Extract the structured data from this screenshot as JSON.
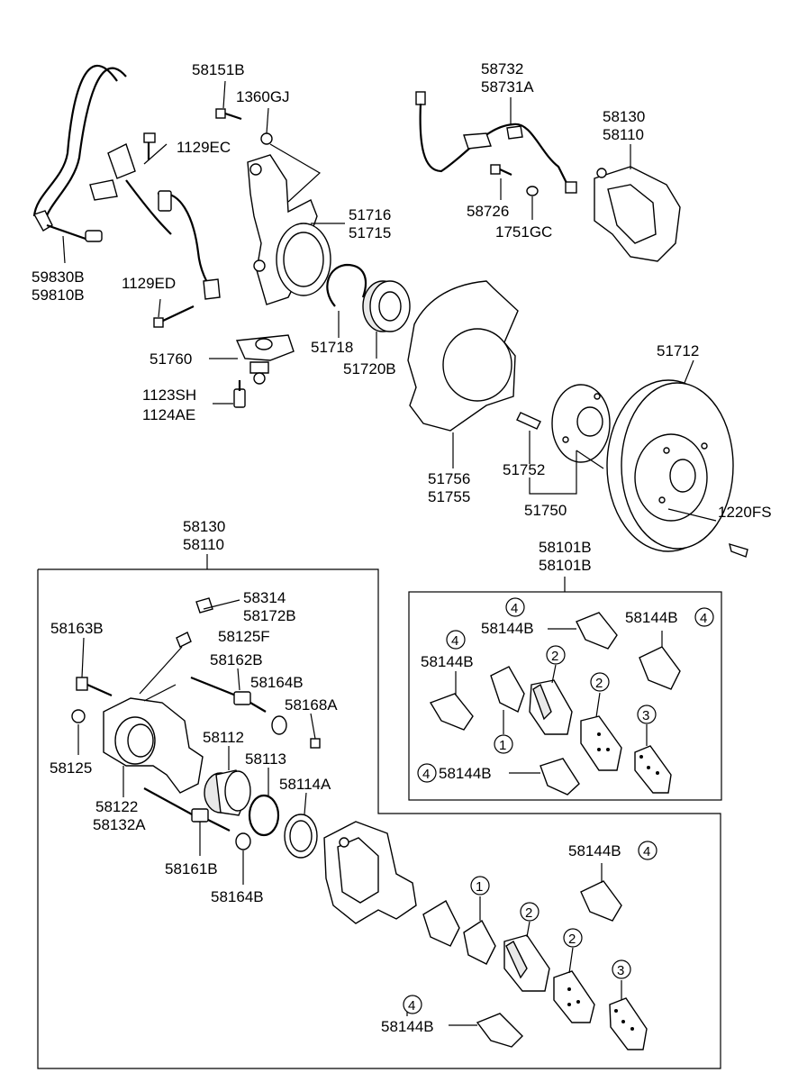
{
  "labels": {
    "l58151B": "58151B",
    "l1360GJ": "1360GJ",
    "l1129EC": "1129EC",
    "l51716": "51716",
    "l51715": "51715",
    "l59830B": "59830B",
    "l59810B": "59810B",
    "l1129ED": "1129ED",
    "l51718": "51718",
    "l51720B": "51720B",
    "l51760": "51760",
    "l1123SH": "1123SH",
    "l1124AE": "1124AE",
    "l58732": "58732",
    "l58731A": "58731A",
    "l58726": "58726",
    "l1751GC": "1751GC",
    "l58130_top": "58130",
    "l58110_top": "58110",
    "l51712": "51712",
    "l51756": "51756",
    "l51755": "51755",
    "l51752": "51752",
    "l51750": "51750",
    "l1220FS": "1220FS",
    "l58130_mid": "58130",
    "l58110_mid": "58110",
    "l58101B_a": "58101B",
    "l58101B_b": "58101B",
    "l58314": "58314",
    "l58172B": "58172B",
    "l58125F": "58125F",
    "l58163B": "58163B",
    "l58162B": "58162B",
    "l58164B_a": "58164B",
    "l58168A": "58168A",
    "l58112": "58112",
    "l58113": "58113",
    "l58114A": "58114A",
    "l58125": "58125",
    "l58122": "58122",
    "l58132A": "58132A",
    "l58161B": "58161B",
    "l58164B_b": "58164B",
    "l58144B_1": "58144B",
    "l58144B_2": "58144B",
    "l58144B_3": "58144B",
    "l58144B_4": "58144B",
    "l58144B_5": "58144B",
    "l58144B_6": "58144B"
  },
  "callouts": {
    "c1": "1",
    "c2": "2",
    "c3": "3",
    "c4": "4"
  }
}
